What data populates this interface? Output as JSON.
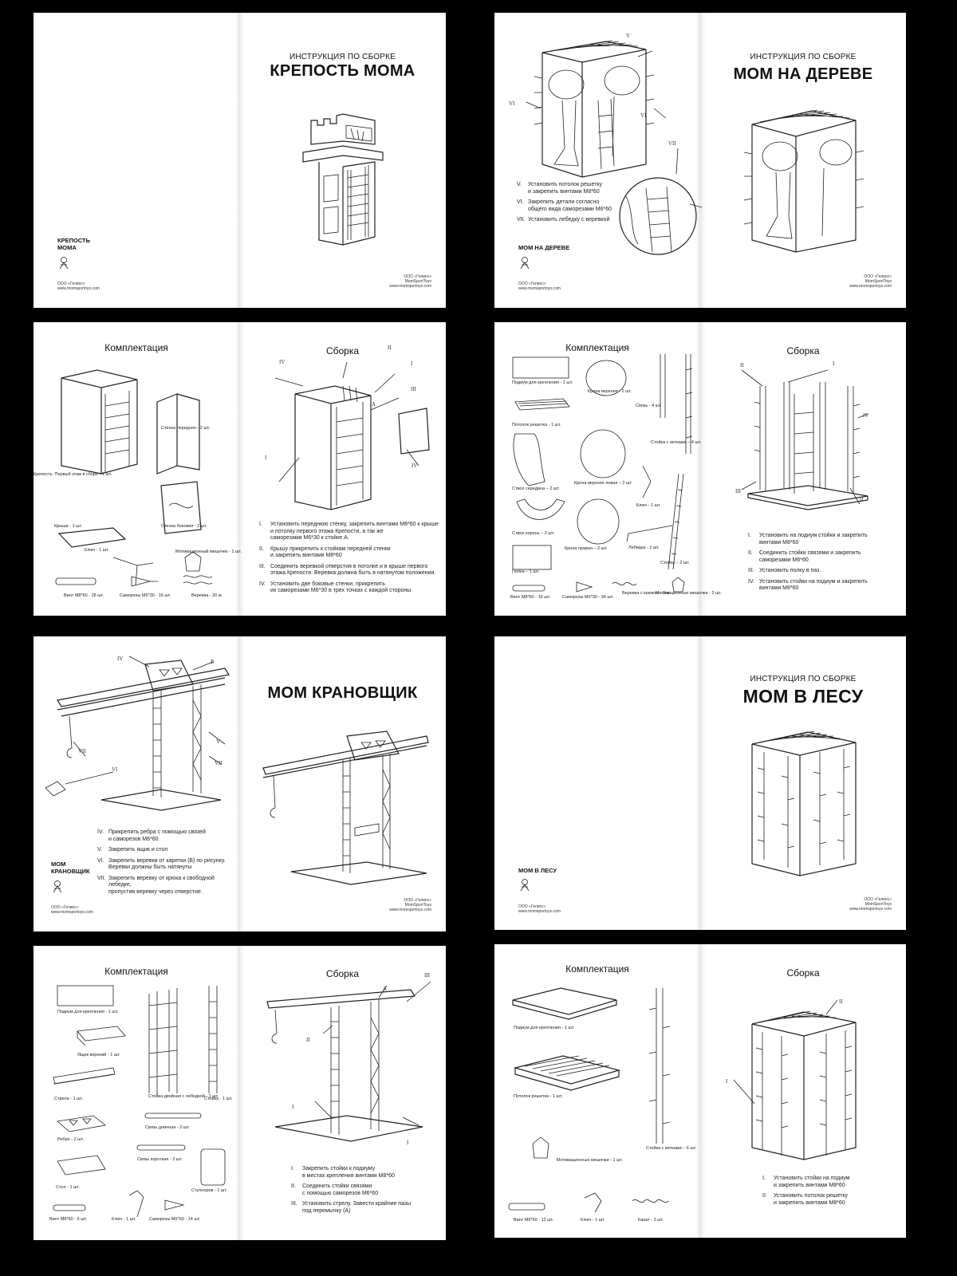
{
  "kicker": "ИНСТРУКЦИЯ ПО СБОРКЕ",
  "spreads": {
    "s1": {
      "cover_title": "КРЕПОСТЬ МОМА",
      "brand": "КРЕПОСТЬ\nМОМА",
      "company_left": "ООО «Гелиос»\nwww.momsportoys.com",
      "company_right": "ООО «Гелиос»\nMomSportToys\nwww.momsportoys.com"
    },
    "s2": {
      "steps": [
        {
          "num": "V.",
          "text": "Установить потолок решетку\nи закрепить винтами  М8*60"
        },
        {
          "num": "VI.",
          "text": "Закрепить детали согласно\nобщего вида саморезами  М6*60"
        },
        {
          "num": "VII.",
          "text": "Установить лебедку с веревкой"
        }
      ],
      "brand": "МОМ НА ДЕРЕВЕ",
      "company_left": "ООО «Гелиос»\nwww.momsportoys.com",
      "cover_title": "МОМ НА ДЕРЕВЕ",
      "company_right": "ООО «Гелиос»\nMomSportToys\nwww.momsportoys.com",
      "callouts": [
        "V",
        "VI",
        "VI",
        "VII"
      ]
    },
    "s3": {
      "title_left": "Комплектация",
      "parts": [
        "Крепость. Первый этаж в сборе - 1 шт.",
        "Стенка передняя - 2 шт.",
        "Стенка боковая - 2 шт.",
        "Крыше - 1 шт.",
        "Ключ - 1 шт.",
        "Мотивационный\nмешочек - 1 шт.",
        "Винт М8*60 - 28 шт.",
        "Саморезы М6*30 - 16 шт.",
        "Веревка - 20 м"
      ],
      "title_right": "Сборка",
      "callouts": [
        "IV",
        "II",
        "I",
        "III",
        "A",
        "I",
        "IV"
      ],
      "steps": [
        {
          "num": "I.",
          "text": "Установить переднюю стенку, закрепить винтами М8*60 к крыше\nи потолку первого этажа Крепости, а так же\nсаморезами М6*30 к стойке А."
        },
        {
          "num": "II.",
          "text": "Крышу  прикрепить к стойкам передней стенки\nи закрепить винтами М8*60"
        },
        {
          "num": "III.",
          "text": "Соединить веревкой отверстия в потолке и в крыше первого\nэтажа Крепости. Веревка должна быть в натянутом положении."
        },
        {
          "num": "IV.",
          "text": "Установить две боковые стенки, прикрепить\nих саморезами  М6*30 в трех точках с каждой стороны."
        }
      ]
    },
    "s4": {
      "title_left": "Комплектация",
      "parts": [
        "Подиум для крепления - 1 шт.",
        "Крона верхняя - 2 шт.",
        "Связь - 4 шт.",
        "Потолок решетка - 1 шт.",
        "Стойка\nс ветками  – 4 шт.",
        "Ствол середина – 2 шт.",
        "Крона верхняя левая – 2 шт.",
        "Ключ - 1 шт.",
        "Ствол корень – 2 шт.",
        "Крона правая – 2 шт.",
        "Лебедка - 1 шт.",
        "Стойка – 2 шт.",
        "Полка – 1 шт.",
        "Винт М8*60 - 16 шт.",
        "Саморезы М6*30 - 34 шт.",
        "Веревка\nс крюком - 3 м",
        "Мотивационные\nмешочки - 3 шт."
      ],
      "title_right": "Сборка",
      "callouts": [
        "II",
        "I",
        "IV",
        "III",
        "II"
      ],
      "steps": [
        {
          "num": "I.",
          "text": "Установить на подиум стойки и закрепить\nвинтами М8*60"
        },
        {
          "num": "II.",
          "text": "Соединить стойки связями и закрепить\nсаморезами  М6*60"
        },
        {
          "num": "III.",
          "text": "Установить полку в паз."
        },
        {
          "num": "IV.",
          "text": "Установить стойки на подиум и закрепить\nвинтами   М8*60"
        }
      ]
    },
    "s5": {
      "callouts": [
        "IV",
        "B",
        "VII",
        "V",
        "VII",
        "VI"
      ],
      "steps": [
        {
          "num": "IV.",
          "text": "Прикрепить ребра с помощью связей\nи саморезов  М6*60"
        },
        {
          "num": "V.",
          "text": "Закрепить ящик и стол"
        },
        {
          "num": "VI.",
          "text": "Закрепить веревки от каретки (В) по рисунку.\nВеревки должны быть натянуты"
        },
        {
          "num": "VII.",
          "text": "Закрепить веревку от крюка к свободной лебедке,\nпропустив веревку через отверстие."
        }
      ],
      "brand": "МОМ\nКРАНОВЩИК",
      "company_left": "ООО «Гелиос»\nwww.momsportoys.com",
      "cover_title": "МОМ КРАНОВЩИК",
      "company_right": "ООО «Гелиос»\nMomSportToys\nwww.momsportoys.com"
    },
    "s6": {
      "brand": "МОМ В ЛЕСУ",
      "company_left": "ООО «Гелиос»\nwww.momsportoys.com",
      "cover_title": "МОМ В ЛЕСУ",
      "company_right": "ООО «Гелиос»\nMomSportToys\nwww.momsportoys.com"
    },
    "s7": {
      "title_left": "Комплектация",
      "parts": [
        "Подиум для крепления - 1 шт.",
        "Ящик верхний - 1 шт.",
        "Стрела - 1 шт.",
        "Стойка двойная\nс лебедкой - 1 шт.",
        "Стойка - 1 шт.",
        "Связь длинная - 2 шт.",
        "Ребро - 2 шт.",
        "Связь короткая - 2 шт.",
        "Стол - 1 шт.",
        "Ступноров - 1 шт.",
        "Винт М8*60 - 6 шт.",
        "Ключ - 1 шт.",
        "Саморезы М6*60 - 14 шт."
      ],
      "title_right": "Сборка",
      "callouts": [
        "III",
        "A",
        "II",
        "I",
        "I"
      ],
      "steps": [
        {
          "num": "I.",
          "text": "Закрепить стойки к подиуму\nв местах крепления винтами М8*60"
        },
        {
          "num": "II.",
          "text": "Соединить стойки связями\nс помощью саморезов  М6*60"
        },
        {
          "num": "III.",
          "text": "Установить стрелу. Завести крайние пазы\nпод перемычку (А)"
        }
      ]
    },
    "s8": {
      "title_left": "Комплектация",
      "parts": [
        "Подиум для крепления - 1 шт.",
        "Потолок решетка - 1 шт.",
        "Стойка\nс ветками  – 6 шт.",
        "Мотивационные\nмешочки - 1 шт.",
        "Винт М8*60 - 12 шт.",
        "Ключ - 1 шт.",
        "Канат - 3 шт."
      ],
      "title_right": "Сборка",
      "callouts": [
        "II",
        "I"
      ],
      "steps": [
        {
          "num": "I.",
          "text": "Установить стойки на подиум\nи закрепить винтами М8*60"
        },
        {
          "num": "II.",
          "text": "Установить потолок решетку\nи закрепить винтами М8*60"
        }
      ]
    }
  }
}
